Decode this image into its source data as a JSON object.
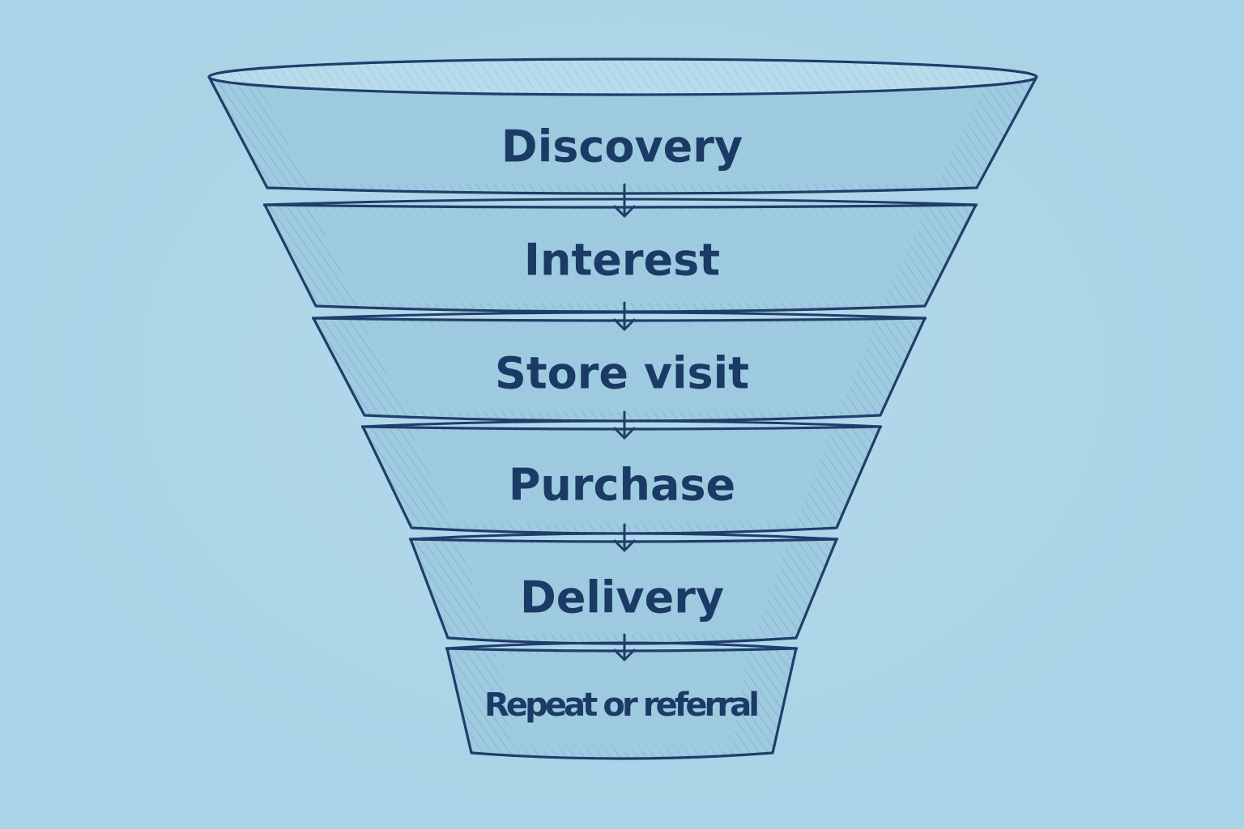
{
  "diagram": {
    "type": "funnel",
    "stages": [
      {
        "label": "Discovery"
      },
      {
        "label": "Interest"
      },
      {
        "label": "Store visit"
      },
      {
        "label": "Purchase"
      },
      {
        "label": "Delivery"
      },
      {
        "label": "Repeat or referral"
      }
    ],
    "colors": {
      "background": "#a9d3e6",
      "ink": "#1f3e6a",
      "text": "#1b3a66",
      "band_fill": "#9ecbe0",
      "rim_fill": "#b9dced"
    }
  }
}
